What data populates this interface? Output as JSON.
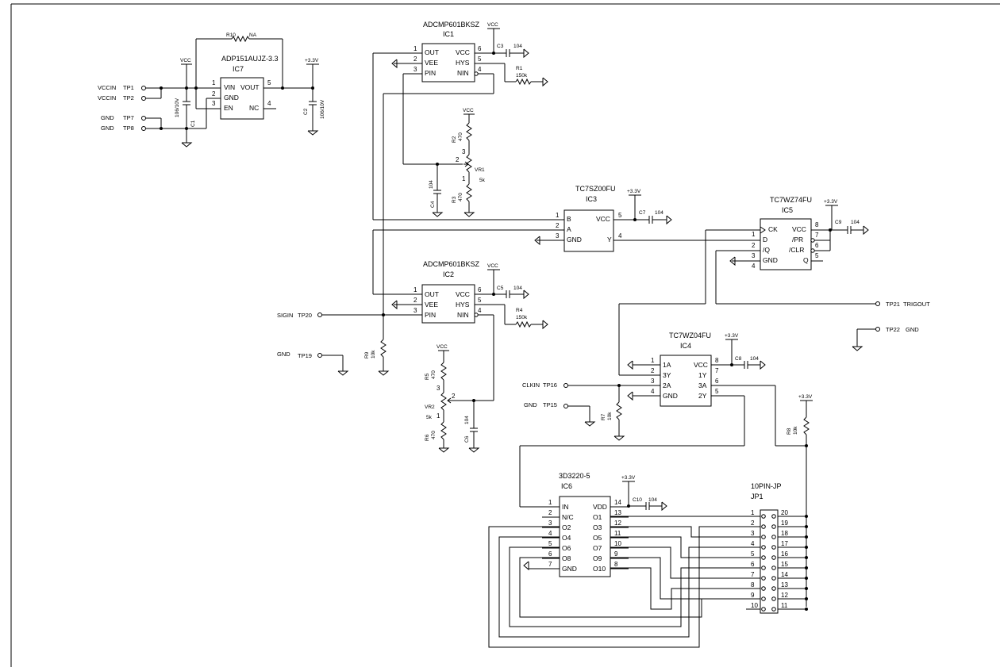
{
  "ic1": {
    "part": "ADCMP601BKSZ",
    "ref": "IC1",
    "vcc": "VCC",
    "cap": "C3",
    "cap_val": "104",
    "pins_left": [
      {
        "n": "1",
        "l": "OUT"
      },
      {
        "n": "2",
        "l": "VEE"
      },
      {
        "n": "3",
        "l": "PIN"
      }
    ],
    "pins_right": [
      {
        "n": "6",
        "l": "VCC"
      },
      {
        "n": "5",
        "l": "HYS"
      },
      {
        "n": "4",
        "l": "NIN"
      }
    ],
    "res": "R1",
    "res_val": "150k"
  },
  "ic2": {
    "part": "ADCMP601BKSZ",
    "ref": "IC2",
    "vcc": "VCC",
    "cap": "C5",
    "cap_val": "104",
    "pins_left": [
      {
        "n": "1",
        "l": "OUT"
      },
      {
        "n": "2",
        "l": "VEE"
      },
      {
        "n": "3",
        "l": "PIN"
      }
    ],
    "pins_right": [
      {
        "n": "6",
        "l": "VCC"
      },
      {
        "n": "5",
        "l": "HYS"
      },
      {
        "n": "4",
        "l": "NIN"
      }
    ],
    "res": "R4",
    "res_val": "150k"
  },
  "ic7": {
    "part": "ADP151AUJZ-3.3",
    "ref": "IC7",
    "vcc": "VCC",
    "out": "+3.3V",
    "pins_left": [
      {
        "n": "1",
        "l": "VIN"
      },
      {
        "n": "2",
        "l": "GND"
      },
      {
        "n": "3",
        "l": "EN"
      }
    ],
    "pins_right": [
      {
        "n": "5",
        "l": "VOUT"
      },
      {
        "n": "4",
        "l": "NC"
      }
    ],
    "r10": "R10",
    "r10_val": "NA",
    "c1": "C1",
    "c1_val": "106/10V",
    "c2": "C2",
    "c2_val": "106/10V"
  },
  "ic3": {
    "part": "TC7SZ00FU",
    "ref": "IC3",
    "supply": "+3.3V",
    "cap": "C7",
    "cap_val": "104",
    "pins_left": [
      {
        "n": "1",
        "l": "B"
      },
      {
        "n": "2",
        "l": "A"
      },
      {
        "n": "3",
        "l": "GND"
      }
    ],
    "pins_right": [
      {
        "n": "5",
        "l": "VCC"
      },
      {
        "n": "4",
        "l": "Y"
      }
    ]
  },
  "ic5": {
    "part": "TC7WZ74FU",
    "ref": "IC5",
    "supply": "+3.3V",
    "cap": "C9",
    "cap_val": "104",
    "pins_left": [
      {
        "n": "1",
        "l": "CK"
      },
      {
        "n": "2",
        "l": "D"
      },
      {
        "n": "3",
        "l": "/Q"
      },
      {
        "n": "4",
        "l": "GND"
      }
    ],
    "pins_right": [
      {
        "n": "8",
        "l": "VCC"
      },
      {
        "n": "7",
        "l": "/PR"
      },
      {
        "n": "6",
        "l": "/CLR"
      },
      {
        "n": "5",
        "l": "Q"
      }
    ]
  },
  "ic4": {
    "part": "TC7WZ04FU",
    "ref": "IC4",
    "supply": "+3.3V",
    "cap": "C8",
    "cap_val": "104",
    "pins_left": [
      {
        "n": "1",
        "l": "1A"
      },
      {
        "n": "2",
        "l": "3Y"
      },
      {
        "n": "3",
        "l": "2A"
      },
      {
        "n": "4",
        "l": "GND"
      }
    ],
    "pins_right": [
      {
        "n": "8",
        "l": "VCC"
      },
      {
        "n": "7",
        "l": "1Y"
      },
      {
        "n": "6",
        "l": "3A"
      },
      {
        "n": "5",
        "l": "2Y"
      }
    ]
  },
  "ic6": {
    "part": "3D3220-5",
    "ref": "IC6",
    "supply": "+3.3V",
    "cap": "C10",
    "cap_val": "104",
    "pins_left": [
      {
        "n": "1",
        "l": "IN"
      },
      {
        "n": "2",
        "l": "N/C"
      },
      {
        "n": "3",
        "l": "O2"
      },
      {
        "n": "4",
        "l": "O4"
      },
      {
        "n": "5",
        "l": "O6"
      },
      {
        "n": "6",
        "l": "O8"
      },
      {
        "n": "7",
        "l": "GND"
      }
    ],
    "pins_right": [
      {
        "n": "14",
        "l": "VDD"
      },
      {
        "n": "13",
        "l": "O1"
      },
      {
        "n": "12",
        "l": "O3"
      },
      {
        "n": "11",
        "l": "O5"
      },
      {
        "n": "10",
        "l": "O7"
      },
      {
        "n": "9",
        "l": "O9"
      },
      {
        "n": "8",
        "l": "O10"
      }
    ]
  },
  "jp1": {
    "part": "10PIN-JP",
    "ref": "JP1",
    "left": [
      "1",
      "2",
      "3",
      "4",
      "5",
      "6",
      "7",
      "8",
      "9",
      "10"
    ],
    "right": [
      "20",
      "19",
      "18",
      "17",
      "16",
      "15",
      "14",
      "13",
      "12",
      "11"
    ]
  },
  "vr1": {
    "vcc": "VCC",
    "r2": "R2",
    "r2_val": "470",
    "vr": "VR1",
    "vr_val": "5k",
    "r3": "R3",
    "r3_val": "470",
    "c4": "C4",
    "c4_val": "104",
    "p1": "1",
    "p2": "2",
    "p3": "3"
  },
  "vr2": {
    "vcc": "VCC",
    "r5": "R5",
    "r5_val": "470",
    "vr": "VR2",
    "vr_val": "5k",
    "r6": "R6",
    "r6_val": "470",
    "c6": "C6",
    "c6_val": "104",
    "p1": "1",
    "p2": "2",
    "p3": "3"
  },
  "r9": {
    "ref": "R9",
    "val": "10k"
  },
  "r7": {
    "ref": "R7",
    "val": "10k"
  },
  "r8": {
    "ref": "R8",
    "val": "10k",
    "supply": "+3.3V"
  },
  "tps": {
    "tp1": {
      "net": "VCCIN",
      "ref": "TP1"
    },
    "tp2": {
      "net": "VCCIN",
      "ref": "TP2"
    },
    "tp7": {
      "net": "GND",
      "ref": "TP7"
    },
    "tp8": {
      "net": "GND",
      "ref": "TP8"
    },
    "tp20": {
      "net": "SIGIN",
      "ref": "TP20"
    },
    "tp19": {
      "net": "GND",
      "ref": "TP19"
    },
    "tp16": {
      "net": "CLKIN",
      "ref": "TP16"
    },
    "tp15": {
      "net": "GND",
      "ref": "TP15"
    },
    "tp21": {
      "ref": "TP21",
      "net": "TRIGOUT"
    },
    "tp22": {
      "ref": "TP22",
      "net": "GND"
    }
  }
}
